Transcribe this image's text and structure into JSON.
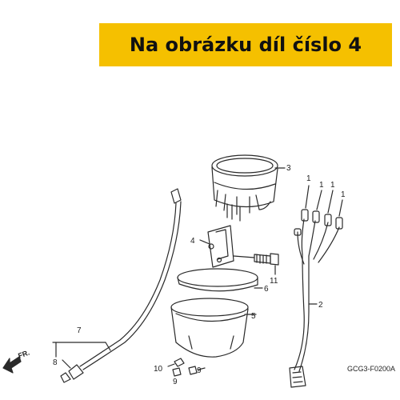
{
  "banner": {
    "text": "Na obrázku díl číslo 4",
    "background_color": "#f5c000"
  },
  "diagram": {
    "line_color": "#2a2a2a",
    "callouts": [
      "3",
      "1",
      "1",
      "1",
      "1",
      "4",
      "6",
      "11",
      "2",
      "5",
      "7",
      "8",
      "10",
      "9",
      "9"
    ],
    "direction_label": "FR.",
    "drawing_code": "GCG3-F0200A"
  }
}
